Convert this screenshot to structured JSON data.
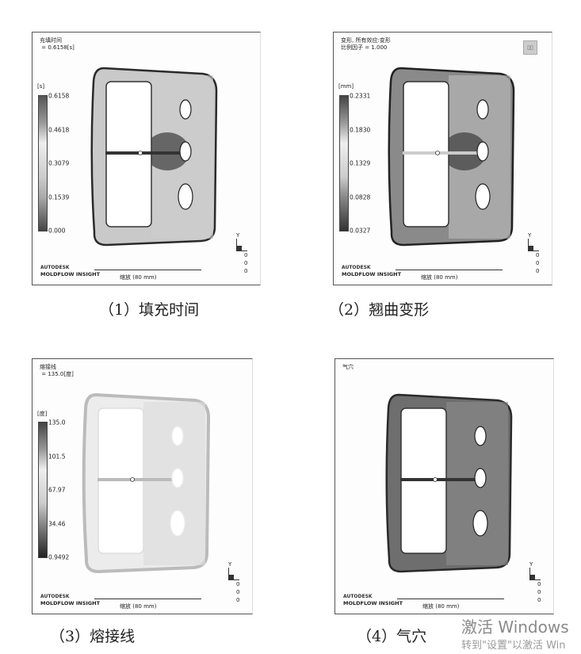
{
  "panels": [
    {
      "title_line1": "充填时间",
      "title_line2": " = 0.6158[s]",
      "unit": "[s]",
      "ticks": [
        "0.6158",
        "0.4618",
        "0.3079",
        "0.1539",
        "0.000"
      ],
      "caption": "（1）填充时间",
      "scheme": "fill"
    },
    {
      "title_line1": "变形, 所有效应:变形",
      "title_line2": "比例因子 = 1.000",
      "unit": "[mm]",
      "ticks": [
        "0.2331",
        "0.1830",
        "0.1329",
        "0.0828",
        "0.0327"
      ],
      "caption": "（2）翘曲变形",
      "scheme": "warp"
    },
    {
      "title_line1": "熔接线",
      "title_line2": " = 135.0[度]",
      "unit": "[度]",
      "ticks": [
        "135.0",
        "101.5",
        "67.97",
        "34.46",
        "0.9492"
      ],
      "caption": "（3）熔接线",
      "scheme": "weld"
    },
    {
      "title_line1": "气穴",
      "title_line2": "",
      "unit": "",
      "ticks": [],
      "caption": "（4）气穴",
      "scheme": "air"
    }
  ],
  "common": {
    "logo_line1": "AUTODESK",
    "logo_line2": "MOLDFLOW INSIGHT",
    "scale_label": "缩放 (80 mm)",
    "axis_y": "Y",
    "axis_values": [
      "0",
      "0",
      "0"
    ]
  },
  "watermark": {
    "line1": "激活 Windows",
    "line2": "转到\"设置\"以激活 Win"
  }
}
